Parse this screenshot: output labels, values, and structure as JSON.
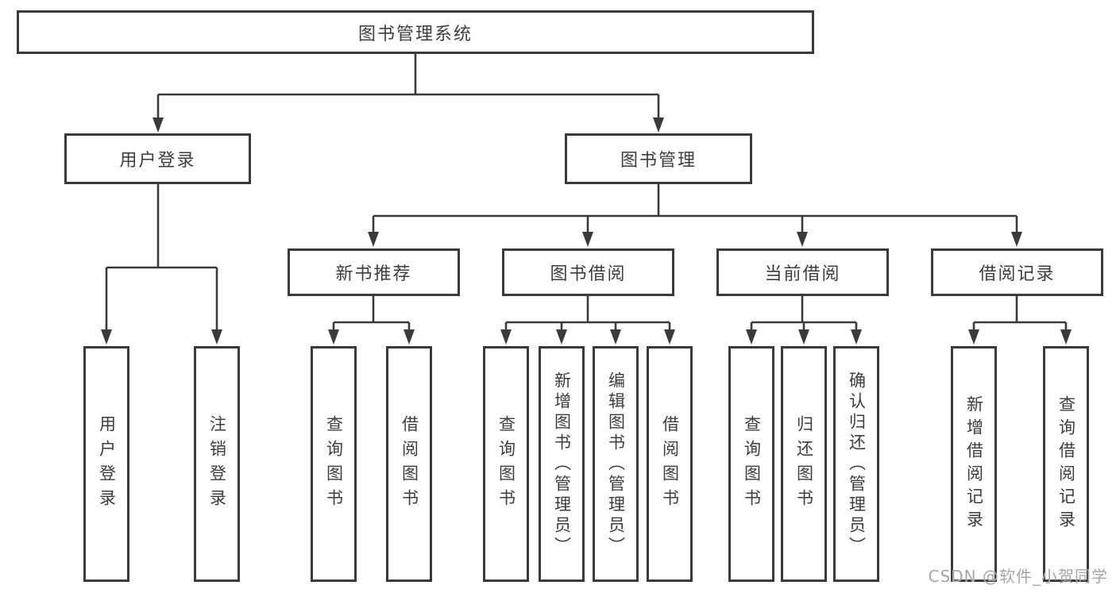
{
  "tree": {
    "root": {
      "label": "图书管理系统"
    },
    "branches": [
      {
        "label": "用户登录",
        "children": [
          {
            "label": "用户登录"
          },
          {
            "label": "注销登录"
          }
        ]
      },
      {
        "label": "图书管理",
        "children": [
          {
            "label": "新书推荐",
            "children": [
              {
                "label": "查询图书"
              },
              {
                "label": "借阅图书"
              }
            ]
          },
          {
            "label": "图书借阅",
            "children": [
              {
                "label": "查询图书"
              },
              {
                "label": "新增图书（管理员）"
              },
              {
                "label": "编辑图书（管理员）"
              },
              {
                "label": "借阅图书"
              }
            ]
          },
          {
            "label": "当前借阅",
            "children": [
              {
                "label": "查询图书"
              },
              {
                "label": "归还图书"
              },
              {
                "label": "确认归还（管理员）"
              }
            ]
          },
          {
            "label": "借阅记录",
            "children": [
              {
                "label": "新增借阅记录"
              },
              {
                "label": "查询借阅记录"
              }
            ]
          }
        ]
      }
    ]
  },
  "watermark": {
    "text": "CSDN @软件_小贺同学"
  },
  "colors": {
    "line": "#3a3a3a",
    "text": "#3d3d3d",
    "watermark": "#a6a6a6",
    "background": "#ffffff"
  }
}
